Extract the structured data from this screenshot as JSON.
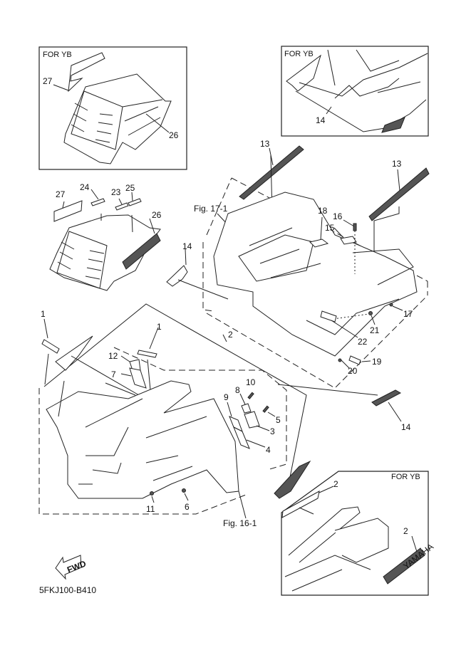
{
  "diagram": {
    "code": "5FKJ100-B410",
    "fwd_label": "FWD",
    "insets": [
      {
        "id": "inset-top-left",
        "title": "FOR YB",
        "callouts": [
          "27",
          "26"
        ]
      },
      {
        "id": "inset-top-right",
        "title": "FOR YB",
        "callouts": [
          "14"
        ]
      },
      {
        "id": "inset-bottom-right",
        "title": "FOR YB",
        "callouts": [
          "2",
          "2"
        ],
        "decal_text": "YAMAHA"
      }
    ],
    "fig_refs": [
      "Fig. 17-1",
      "Fig. 16-1"
    ],
    "callouts": {
      "c1a": "1",
      "c1b": "1",
      "c2": "2",
      "c3": "3",
      "c4": "4",
      "c5": "5",
      "c6": "6",
      "c7": "7",
      "c8": "8",
      "c9": "9",
      "c10": "10",
      "c11": "11",
      "c12": "12",
      "c13a": "13",
      "c13b": "13",
      "c14a": "14",
      "c14b": "14",
      "c15": "15",
      "c16": "16",
      "c17": "17",
      "c18": "18",
      "c19": "19",
      "c20": "20",
      "c21": "21",
      "c22": "22",
      "c23": "23",
      "c24": "24",
      "c25": "25",
      "c26": "26",
      "c27": "27"
    },
    "decal_text": "YAMAHA"
  }
}
